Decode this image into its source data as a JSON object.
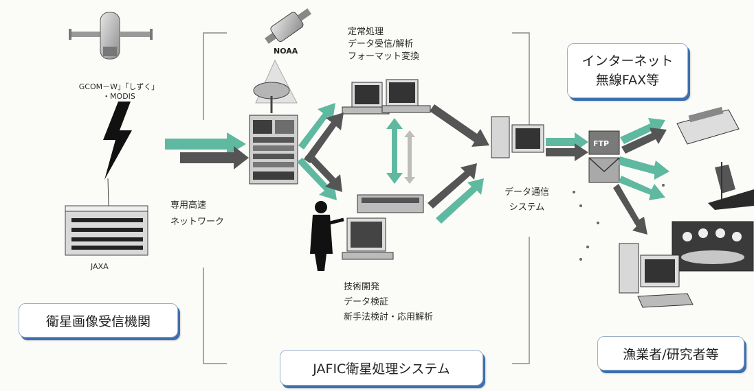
{
  "satellite": {
    "name": "NOAA",
    "sensor_caption_line1": "GCOM－W」「しずく」",
    "sensor_caption_line2": "・MODIS"
  },
  "ground_station": {
    "caption": "JAXA"
  },
  "network": {
    "line1": "専用高速",
    "line2": "ネットワーク"
  },
  "routine": {
    "line1": "定常処理",
    "line2": "データ受信/解析",
    "line3": "フォーマット変換"
  },
  "development": {
    "line1": "技術開発",
    "line2": "データ検証",
    "line3": "新手法検討・応用解析"
  },
  "comm": {
    "line1": "データ通信",
    "line2": "システム"
  },
  "internet_box": {
    "line1": "インターネット",
    "line2": "無線FAX等"
  },
  "ftp_label": "FTP",
  "boxes": {
    "receiving": "衛星画像受信機関",
    "jafic": "JAFIC衛星処理システム",
    "users": "漁業者/研究者等"
  },
  "colors": {
    "arrow_green": "#5fb9a0",
    "arrow_dark": "#555555",
    "box_shadow_blue": "#3d6fb0"
  }
}
